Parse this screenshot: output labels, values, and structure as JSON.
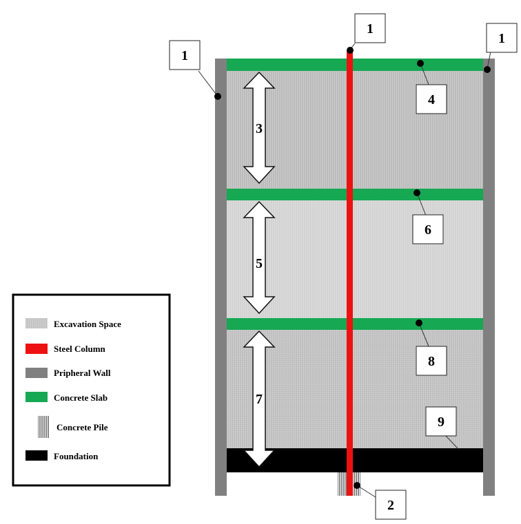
{
  "colors": {
    "excavation": "#c2c2c2",
    "steel_column": "#ee1111",
    "peripheral_wall": "#808080",
    "concrete_slab": "#16a853",
    "foundation": "#000000",
    "marker": "#000000"
  },
  "callouts": {
    "wall_left": "1",
    "column_top": "1",
    "wall_right": "1",
    "pile": "2",
    "arrow_top": "3",
    "slab_top": "4",
    "arrow_middle": "5",
    "slab_middle": "6",
    "arrow_bottom": "7",
    "slab_bottom": "8",
    "foundation": "9"
  },
  "legend": {
    "items": [
      {
        "label": "Excavation Space",
        "icon": "excavation-swatch"
      },
      {
        "label": "Steel Column",
        "icon": "steel-column-swatch"
      },
      {
        "label": "Pripheral Wall",
        "icon": "peripheral-wall-swatch"
      },
      {
        "label": "Concrete Slab",
        "icon": "concrete-slab-swatch"
      },
      {
        "label": "Concrete Pile",
        "icon": "concrete-pile-swatch"
      },
      {
        "label": "Foundation",
        "icon": "foundation-swatch"
      }
    ]
  }
}
